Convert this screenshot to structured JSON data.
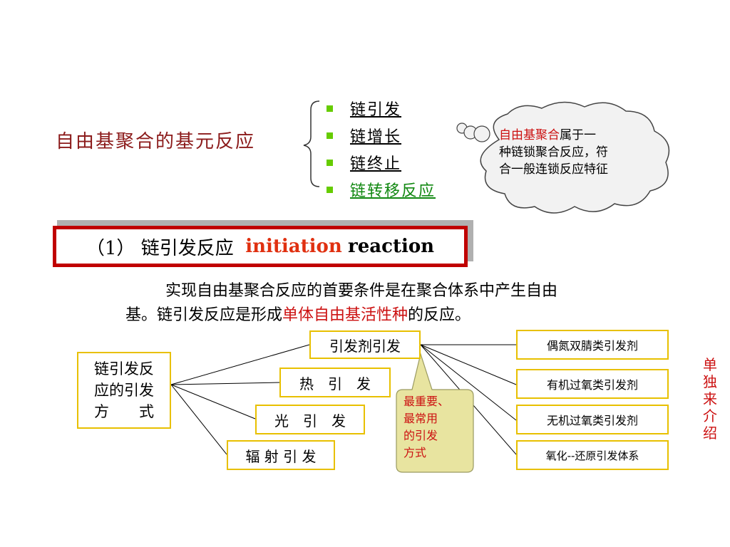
{
  "heading": "自由基聚合的基元反应",
  "steps": [
    "链引发",
    "链增长",
    "链终止",
    "链转移反应"
  ],
  "cloud": {
    "highlight": "自由基聚合",
    "line1": "属于一",
    "line2": "种链锁聚合反应，符",
    "line3": "合一般连锁反应特征"
  },
  "section": {
    "prefix": "（1） 链引发反应",
    "term_en": "initiation",
    "word_en": "reaction"
  },
  "paragraph": {
    "line1": "实现自由基聚合反应的首要条件是在聚合体系中产生自由",
    "line2_start": "基。链引发反应是形成",
    "line2_highlight": "单体自由基活性种",
    "line2_end": "的反应。"
  },
  "diagram": {
    "root": [
      "链引发反",
      "应的引发",
      "方　　式"
    ],
    "methods": [
      "引发剂引发",
      "热　引　发",
      "光　引　发",
      "辐 射 引 发"
    ],
    "initiator_types": [
      "偶氮双腈类引发剂",
      "有机过氧类引发剂",
      "无机过氧类引发剂",
      "氧化--还原引发体系"
    ],
    "callout": [
      "最重要、",
      "最常用",
      "的引发",
      "方式"
    ]
  },
  "side_note": [
    "单",
    "独",
    "来",
    "介",
    "绍"
  ],
  "colors": {
    "heading": "#8b1a1a",
    "highlight_red": "#cc1111",
    "frame_red": "#c00000",
    "bullet_green": "#66cc00",
    "box_border": "#e8c000",
    "callout_fill": "#e8e4a0"
  }
}
